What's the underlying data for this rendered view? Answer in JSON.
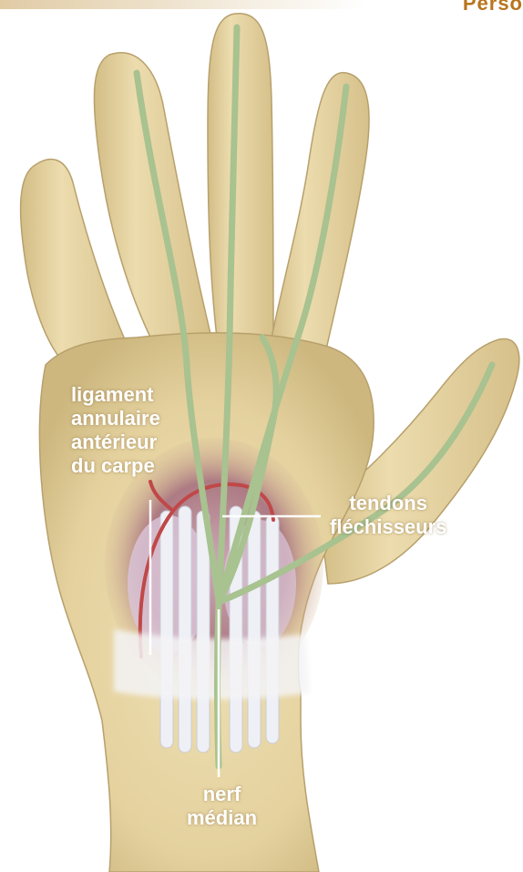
{
  "header": {
    "corner_text": "Perso"
  },
  "labels": {
    "ligament": [
      "ligament",
      "annulaire",
      "antérieur",
      "du carpe"
    ],
    "tendons": [
      "tendons",
      "fléchisseurs"
    ],
    "nerf": [
      "nerf",
      "médian"
    ]
  },
  "colors": {
    "skin": "#e6d6a6",
    "skin_shadow": "#c9b278",
    "outline": "#b7a06c",
    "nerve": "#a8c290",
    "artery": "#c04848",
    "tendon": "#e8ecf2",
    "ligament": "#f2f2f4",
    "deep_tissue": "#b07a8e",
    "label_text": "#ffffff",
    "corner_text": "#b8751c"
  }
}
